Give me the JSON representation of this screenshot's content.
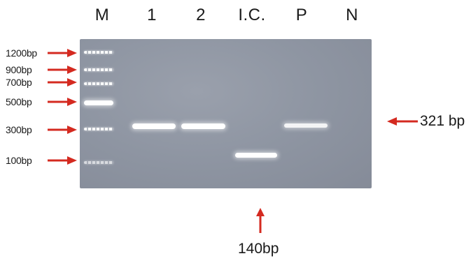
{
  "lanes": [
    "M",
    "1",
    "2",
    "I.C.",
    "P",
    "N"
  ],
  "markers": [
    "1200bp",
    "900bp",
    "700bp",
    "500bp",
    "300bp",
    "100bp"
  ],
  "annotations": {
    "right_label": "321 bp",
    "bottom_label": "140bp"
  },
  "colors": {
    "arrow": "#d42a20",
    "gel": "#8e95a2",
    "band": "#ffffff"
  }
}
